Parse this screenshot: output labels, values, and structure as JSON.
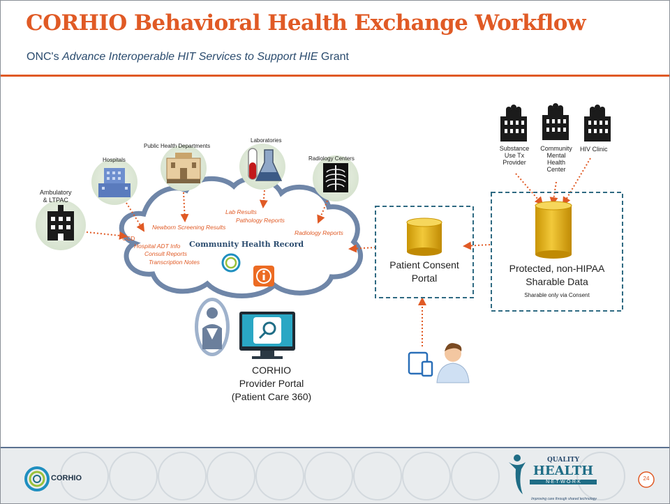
{
  "title": "CORHIO Behavioral Health Exchange Workflow",
  "subtitle": {
    "prefix": "ONC's ",
    "italic": "Advance Interoperable HIT Services to Support HIE",
    "suffix": " Grant"
  },
  "sources": {
    "ambulatory": [
      "Ambulatory",
      "& LTPAC"
    ],
    "hospitals": "Hospitals",
    "public_health": "Public Health Departments",
    "laboratories": "Laboratories",
    "radiology": "Radiology Centers"
  },
  "cloud": {
    "record_label": "Community Health Record",
    "messages": {
      "ccd": "CCD",
      "newborn": "Newborn Screening Results",
      "lab": "Lab Results",
      "pathology": "Pathology Reports",
      "radiology_reports": "Radiology Reports",
      "adt": "Hospital ADT Info",
      "consult": "Consult Reports",
      "transcription": "Transcription Notes"
    }
  },
  "consent_portal": [
    "Patient Consent",
    "Portal"
  ],
  "protected": {
    "title": [
      "Protected, non-HIPAA",
      "Sharable Data"
    ],
    "note": "Sharable only via Consent",
    "providers": {
      "substance": [
        "Substance",
        "Use Tx",
        "Provider"
      ],
      "community": [
        "Community",
        "Mental",
        "Health",
        "Center"
      ],
      "hiv": "HIV Clinic"
    }
  },
  "provider_portal": [
    "CORHIO",
    "Provider Portal",
    "(Patient Care 360)"
  ],
  "footer": {
    "corhio_logo": "CORHIO",
    "qhn_logo": [
      "QUALITY",
      "HEALTH",
      "N·E·T·W·O·R·K",
      "Improving care through shared technology"
    ],
    "page_number": "24"
  },
  "colors": {
    "accent": "#e05a25",
    "navy": "#2a4b6e",
    "cloud_stroke": "#6f86a8",
    "cylinder": "#e7b20f",
    "box_border": "#2f6a82",
    "bubble": "#dfe9d8"
  }
}
